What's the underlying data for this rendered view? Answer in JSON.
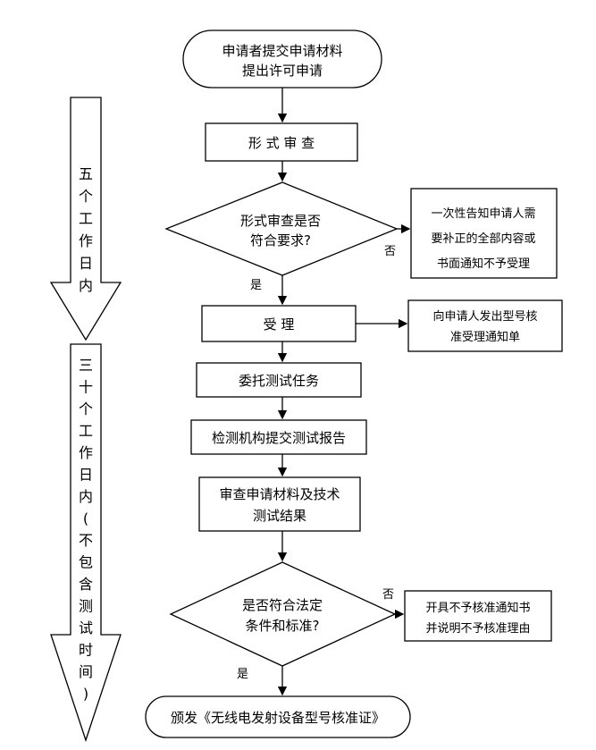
{
  "flow": {
    "start": [
      "申请者提交申请材料",
      "提出许可申请"
    ],
    "formal_review": "形 式 审 查",
    "decision1": [
      "形式审查是否",
      "符合要求?"
    ],
    "no_label_1": "否",
    "yes_label_1": "是",
    "notice_box": [
      "一次性告知申请人需",
      "要补正的全部内容或",
      "书面通知不予受理"
    ],
    "accept": "受 理",
    "accept_notice": [
      "向申请人发出型号核",
      "准受理通知单"
    ],
    "delegate": "委托测试任务",
    "report": "检测机构提交测试报告",
    "review": [
      "审查申请材料及技术",
      "测试结果"
    ],
    "decision2": [
      "是否符合法定",
      "条件和标准?"
    ],
    "no_label_2": "否",
    "yes_label_2": "是",
    "reject": [
      "开具不予核准通知书",
      "并说明不予核准理由"
    ],
    "end": "颁发《无线电发射设备型号核准证》"
  },
  "timeline": {
    "phase1": [
      "五",
      "个",
      "工",
      "作",
      "日",
      "内"
    ],
    "phase2": [
      "三",
      "十",
      "个",
      "工",
      "作",
      "日",
      "内",
      "(",
      "不",
      "包",
      "含",
      "测",
      "试",
      "时",
      "间",
      ")"
    ]
  }
}
